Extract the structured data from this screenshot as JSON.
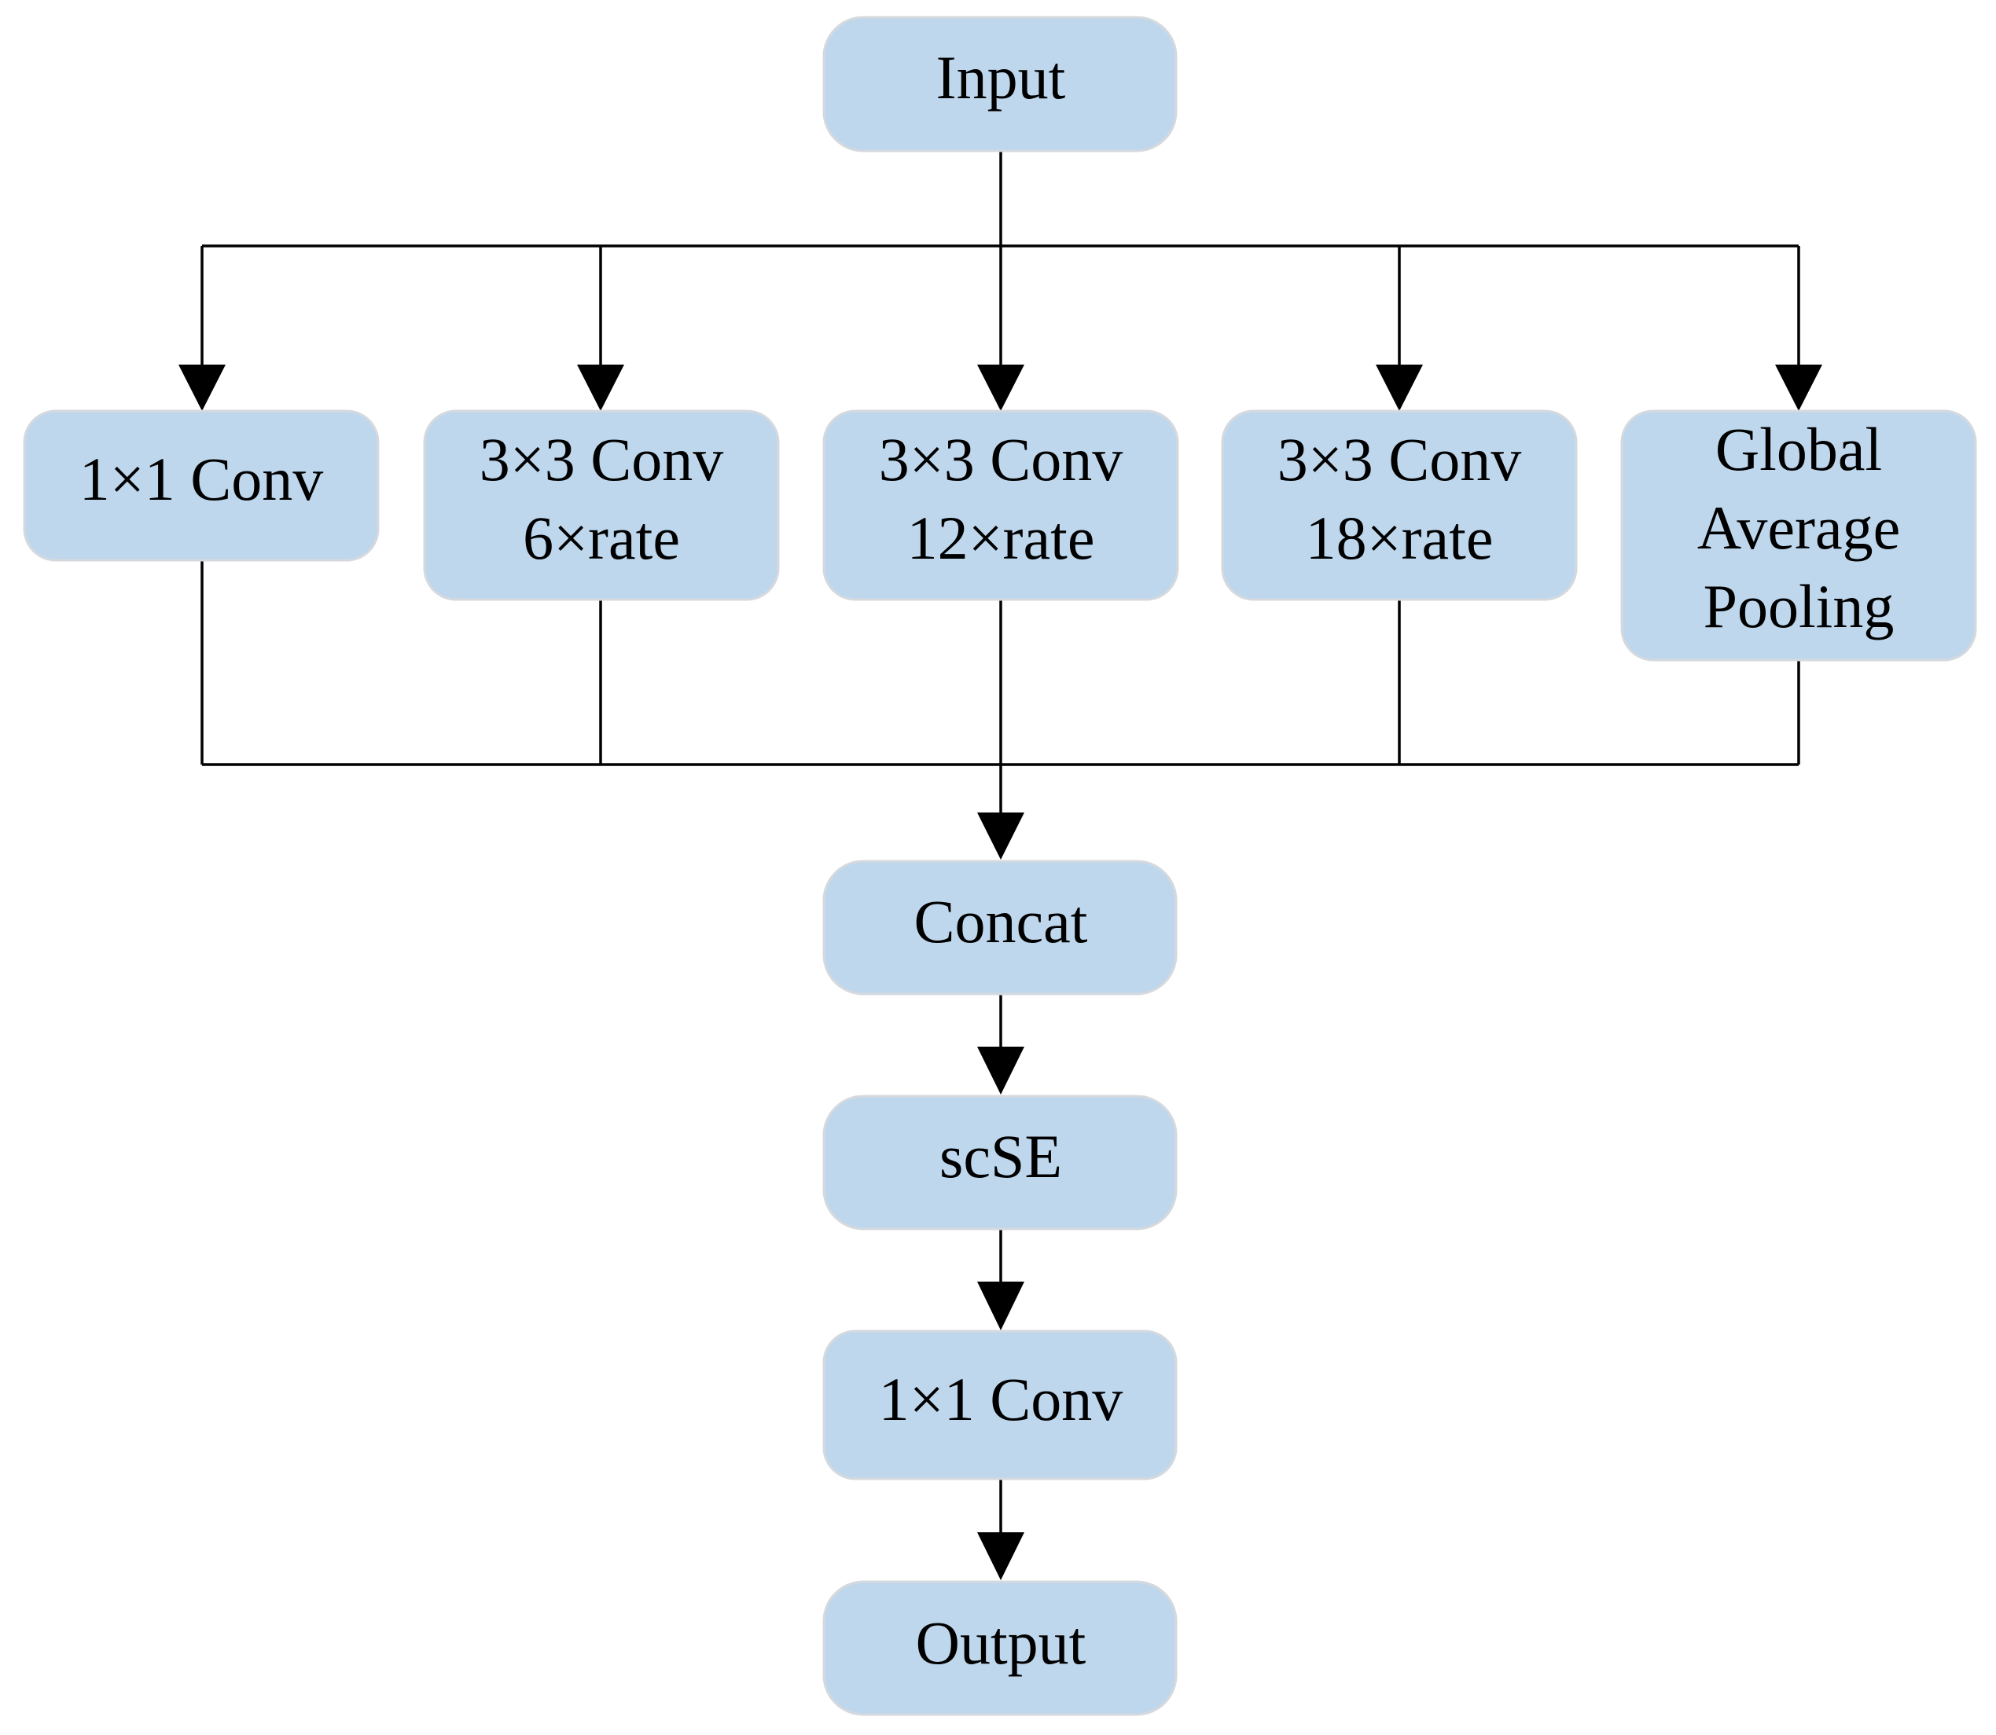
{
  "diagram": {
    "nodes": {
      "input": {
        "lines": [
          "Input"
        ]
      },
      "conv1x1_branch": {
        "lines": [
          "1×1  Conv"
        ]
      },
      "conv3x3_r6": {
        "lines": [
          "3×3  Conv",
          "6×rate"
        ]
      },
      "conv3x3_r12": {
        "lines": [
          "3×3  Conv",
          "12×rate"
        ]
      },
      "conv3x3_r18": {
        "lines": [
          "3×3  Conv",
          "18×rate"
        ]
      },
      "global_avg_pool": {
        "lines": [
          "Global",
          "Average",
          "Pooling"
        ]
      },
      "concat": {
        "lines": [
          "Concat"
        ]
      },
      "scse": {
        "lines": [
          "scSE"
        ]
      },
      "conv1x1_out": {
        "lines": [
          "1×1  Conv"
        ]
      },
      "output": {
        "lines": [
          "Output"
        ]
      }
    },
    "colors": {
      "node_fill": "#bed7ed",
      "node_border": "#d5d9de",
      "connector": "#000000",
      "text": "#000000",
      "background": "#ffffff"
    }
  }
}
